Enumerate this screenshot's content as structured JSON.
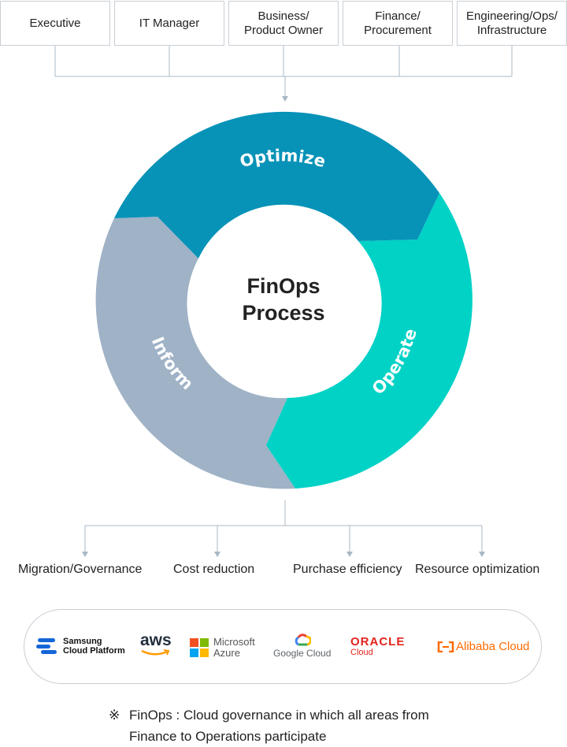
{
  "roles": [
    "Executive",
    "IT Manager",
    "Business/\nProduct Owner",
    "Finance/\nProcurement",
    "Engineering/Ops/\nInfrastructure"
  ],
  "cycle": {
    "center_title": "FinOps\nProcess",
    "phases": [
      {
        "label": "Optimize",
        "color": "#0792b8"
      },
      {
        "label": "Operate",
        "color": "#00d2c6"
      },
      {
        "label": "Inform",
        "color": "#9fb2c6"
      }
    ]
  },
  "outcomes": [
    "Migration/Governance",
    "Cost reduction",
    "Purchase efficiency",
    "Resource optimization"
  ],
  "providers": {
    "samsung": {
      "line1": "Samsung",
      "line2": "Cloud Platform",
      "icon": "samsung-cloud-logo-icon"
    },
    "aws": {
      "text": "aws",
      "icon": "aws-smile-icon"
    },
    "azure": {
      "line1": "Microsoft",
      "line2": "Azure",
      "icon": "microsoft-squares-icon"
    },
    "google": {
      "text": "Google Cloud",
      "icon": "google-cloud-icon"
    },
    "oracle": {
      "line1": "ORACLE",
      "line2": "Cloud"
    },
    "alibaba": {
      "text": "Alibaba Cloud",
      "icon": "alibaba-bracket-icon"
    }
  },
  "footnote": {
    "mark": "※",
    "line1": "FinOps : Cloud governance in which all areas from",
    "line2": "Finance to Operations participate"
  },
  "colors": {
    "line": "#a9b8c6",
    "border": "#c9ced4",
    "oracle": "#e2231a",
    "alibaba": "#ff6a00"
  }
}
